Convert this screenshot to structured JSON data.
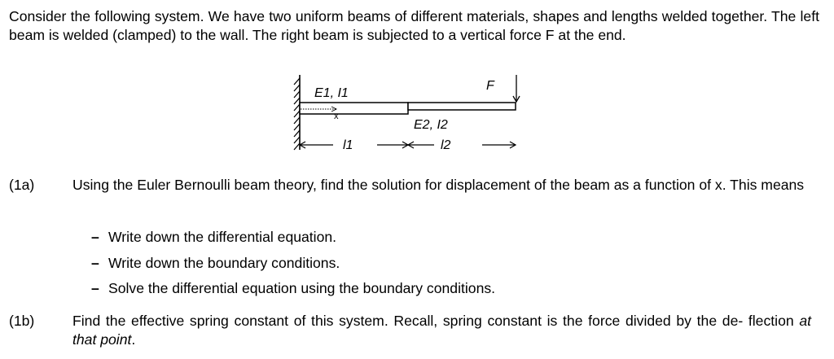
{
  "intro": {
    "text": "Consider the following system. We have two uniform beams of different materials, shapes and lengths welded together. The left beam is welded (clamped) to the wall. The right beam is subjected to a vertical force F at the end."
  },
  "diagram": {
    "label_beam1": "E1, I1",
    "label_beam2": "E2, I2",
    "label_force": "F",
    "label_axis": "x",
    "label_l1": "l1",
    "label_l2": "l2"
  },
  "questions": [
    {
      "number": "(1a)",
      "text": "Using the Euler Bernoulli beam theory, find the solution for displacement of the beam as a function of x. This means",
      "bullets": [
        "Write down the differential equation.",
        "Write down the boundary conditions.",
        "Solve the differential equation using the boundary conditions."
      ]
    },
    {
      "number": "(1b)",
      "text_main": "Find the effective spring constant of this system. Recall, spring constant is the force divided by the de- flection ",
      "text_emph": "at that point",
      "text_end": "."
    }
  ]
}
